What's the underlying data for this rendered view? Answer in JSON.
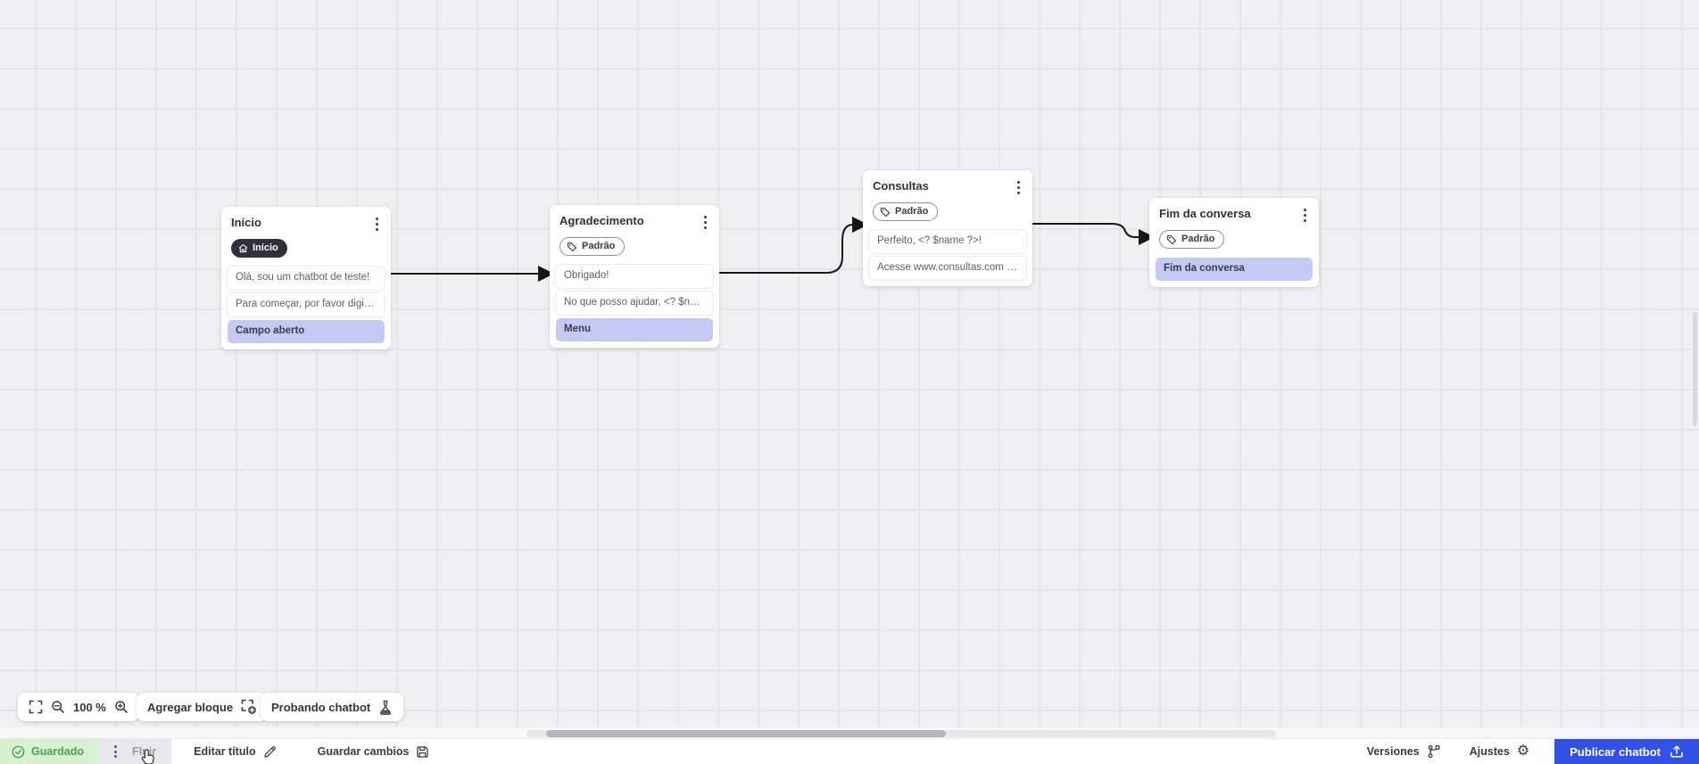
{
  "canvas": {
    "nodes": [
      {
        "title": "Início",
        "badge": {
          "icon": "home-icon",
          "label": "Início",
          "style": "dark"
        },
        "rows": [
          {
            "type": "message",
            "text": "Olá, sou um chatbot de teste!"
          },
          {
            "type": "message",
            "text": "Para começar, por favor digite o ..."
          },
          {
            "type": "output",
            "text": "Campo aberto"
          }
        ]
      },
      {
        "title": "Agradecimento",
        "badge": {
          "icon": "tag-icon",
          "label": "Padrão",
          "style": "outline"
        },
        "rows": [
          {
            "type": "message",
            "text": "Obrigado!"
          },
          {
            "type": "message",
            "text": "No que posso ajudar, <? $name ..."
          },
          {
            "type": "output",
            "text": "Menu"
          }
        ]
      },
      {
        "title": "Consultas",
        "badge": {
          "icon": "tag-icon",
          "label": "Padrão",
          "style": "outline"
        },
        "rows": [
          {
            "type": "message",
            "text": "Perfeito, <? $name ?>!"
          },
          {
            "type": "message",
            "text": "Acesse www.consultas.com par..."
          }
        ]
      },
      {
        "title": "Fim da conversa",
        "badge": {
          "icon": "tag-icon",
          "label": "Padrão",
          "style": "outline"
        },
        "rows": [
          {
            "type": "output",
            "text": "Fim da conversa"
          }
        ]
      }
    ]
  },
  "toolbar": {
    "zoom_level": "100 %",
    "add_block_label": "Agregar bloque",
    "test_chatbot_label": "Probando chatbot"
  },
  "statusbar": {
    "saved_label": "Guardado",
    "flow_label": "Fluir",
    "edit_title_label": "Editar título",
    "save_changes_label": "Guardar cambios",
    "versions_label": "Versiones",
    "settings_label": "Ajustes",
    "publish_label": "Publicar chatbot"
  },
  "colors": {
    "accent_blue": "#3351e4",
    "saved_green": "#47a14b",
    "saved_green_bg": "#d8f1d2",
    "output_row_bg": "#c5caf4",
    "dark_badge_bg": "#30303a",
    "edge_black": "#161616"
  }
}
